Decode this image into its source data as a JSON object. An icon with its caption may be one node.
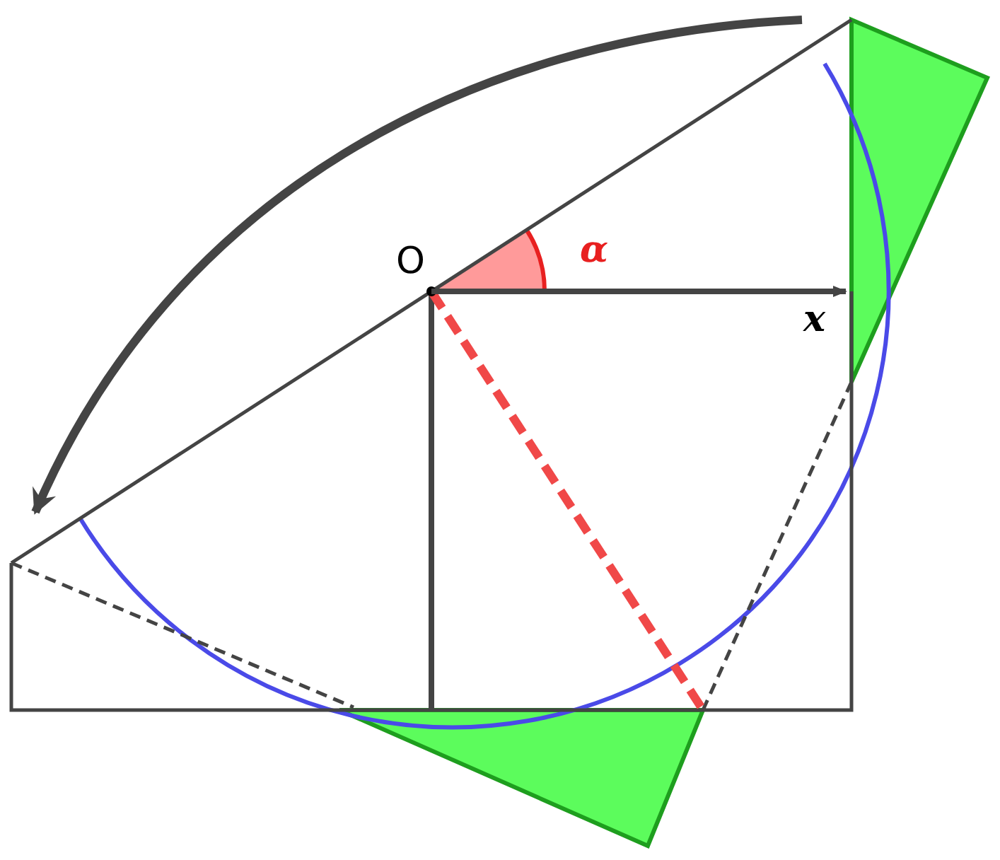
{
  "diagram": {
    "labels": [
      "O",
      "α",
      "x"
    ]
  }
}
